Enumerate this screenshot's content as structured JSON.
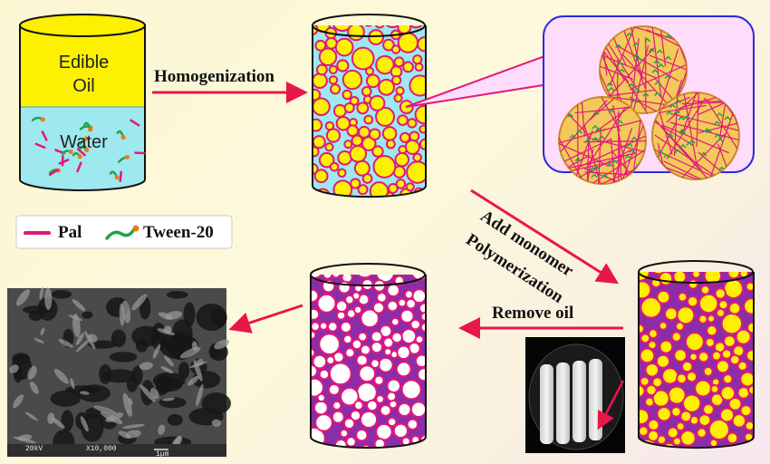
{
  "beaker1": {
    "oil_label_line1": "Edible",
    "oil_label_line2": "Oil",
    "water_label": "Water"
  },
  "steps": {
    "homogenization": "Homogenization",
    "add_monomer": "Add monomer",
    "polymerization": "Polymerization",
    "remove_oil": "Remove oil"
  },
  "legend": {
    "pal": "Pal",
    "tween": "Tween-20"
  },
  "sem": {
    "info_left": "20kV",
    "info_mid": "X10,000",
    "scale": "1μm"
  },
  "colors": {
    "oil": "#fdf000",
    "water": "#9ee8ef",
    "droplet_rim": "#e0187a",
    "matrix": "#8a2da8",
    "pore": "#ffffff",
    "arrow": "#e8174a",
    "bubble": "#ffdcfb"
  }
}
